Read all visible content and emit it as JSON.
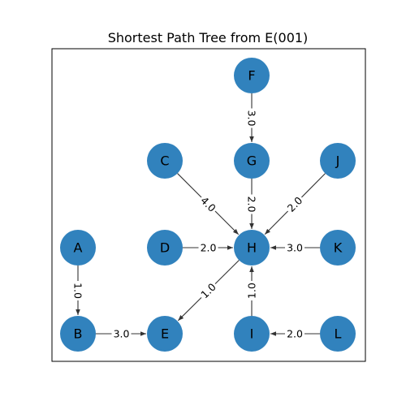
{
  "title": "Shortest Path Tree from E(001)",
  "colors": {
    "node_fill": "#3182bd",
    "edge": "#333333",
    "text": "#000000"
  },
  "nodes": [
    {
      "id": "F",
      "label": "F"
    },
    {
      "id": "C",
      "label": "C"
    },
    {
      "id": "G",
      "label": "G"
    },
    {
      "id": "J",
      "label": "J"
    },
    {
      "id": "A",
      "label": "A"
    },
    {
      "id": "D",
      "label": "D"
    },
    {
      "id": "H",
      "label": "H"
    },
    {
      "id": "K",
      "label": "K"
    },
    {
      "id": "B",
      "label": "B"
    },
    {
      "id": "E",
      "label": "E"
    },
    {
      "id": "I",
      "label": "I"
    },
    {
      "id": "L",
      "label": "L"
    }
  ],
  "edges": [
    {
      "from": "F",
      "to": "G",
      "weight": "3.0"
    },
    {
      "from": "G",
      "to": "H",
      "weight": "2.0"
    },
    {
      "from": "C",
      "to": "H",
      "weight": "4.0"
    },
    {
      "from": "J",
      "to": "H",
      "weight": "2.0"
    },
    {
      "from": "D",
      "to": "H",
      "weight": "2.0"
    },
    {
      "from": "K",
      "to": "H",
      "weight": "3.0"
    },
    {
      "from": "I",
      "to": "H",
      "weight": "1.0"
    },
    {
      "from": "H",
      "to": "E",
      "weight": "1.0"
    },
    {
      "from": "A",
      "to": "B",
      "weight": "1.0"
    },
    {
      "from": "B",
      "to": "E",
      "weight": "3.0"
    },
    {
      "from": "L",
      "to": "I",
      "weight": "2.0"
    }
  ]
}
